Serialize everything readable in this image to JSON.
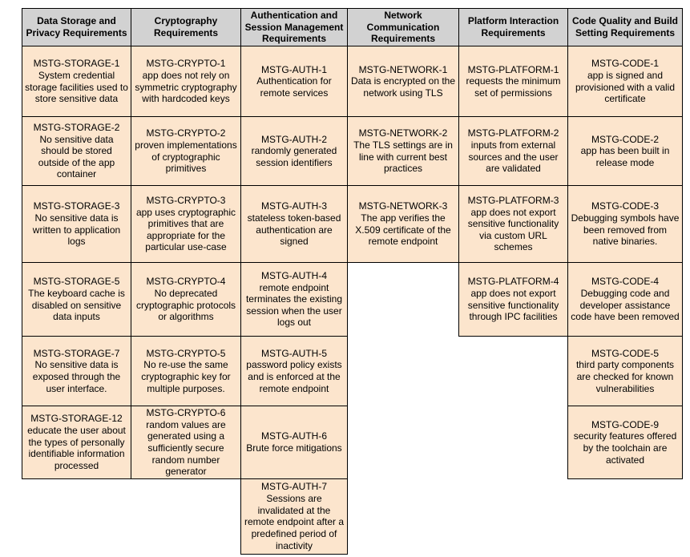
{
  "colors": {
    "header_bg": "#d2d2d2",
    "cell_bg": "#fce5cd",
    "border": "#000000",
    "text": "#000000",
    "page_bg": "#ffffff"
  },
  "table": {
    "headers": [
      "Data Storage and Privacy Requirements",
      "Cryptography Requirements",
      "Authentication and Session Management Requirements",
      "Network Communication Requirements",
      "Platform Interaction Requirements",
      "Code Quality and Build Setting Requirements"
    ],
    "rows": [
      [
        {
          "code": "MSTG-STORAGE-1",
          "desc": "System credential storage facilities used to store sensitive data"
        },
        {
          "code": "MSTG-CRYPTO-1",
          "desc": "app does not rely on symmetric cryptography with hardcoded keys"
        },
        {
          "code": "MSTG-AUTH-1",
          "desc": "Authentication for remote services"
        },
        {
          "code": "MSTG-NETWORK-1",
          "desc": "Data is encrypted on the network using TLS"
        },
        {
          "code": "MSTG-PLATFORM-1",
          "desc": "requests the minimum set of permissions"
        },
        {
          "code": "MSTG-CODE-1",
          "desc": "app is signed and provisioned with a valid certificate"
        }
      ],
      [
        {
          "code": "MSTG-STORAGE-2",
          "desc": "No sensitive data should be stored outside of the app container"
        },
        {
          "code": "MSTG-CRYPTO-2",
          "desc": "proven implementations of cryptographic primitives"
        },
        {
          "code": "MSTG-AUTH-2",
          "desc": "randomly generated session identifiers"
        },
        {
          "code": "MSTG-NETWORK-2",
          "desc": "The TLS settings are in line with current best practices"
        },
        {
          "code": "MSTG-PLATFORM-2",
          "desc": "inputs from external sources and the user are validated"
        },
        {
          "code": "MSTG-CODE-2",
          "desc": "app has been built in release mode"
        }
      ],
      [
        {
          "code": "MSTG-STORAGE-3",
          "desc": "No sensitive data is written to application logs"
        },
        {
          "code": "MSTG-CRYPTO-3",
          "desc": "app uses cryptographic primitives that are appropriate for the particular use-case"
        },
        {
          "code": "MSTG-AUTH-3",
          "desc": "stateless token-based authentication are signed"
        },
        {
          "code": "MSTG-NETWORK-3",
          "desc": "The app verifies the X.509 certificate of the remote endpoint"
        },
        {
          "code": "MSTG-PLATFORM-3",
          "desc": "app does not export sensitive functionality via custom URL schemes"
        },
        {
          "code": "MSTG-CODE-3",
          "desc": "Debugging symbols have been removed from native binaries."
        }
      ],
      [
        {
          "code": "MSTG-STORAGE-5",
          "desc": "The keyboard cache is disabled on sensitive data inputs"
        },
        {
          "code": "MSTG-CRYPTO-4",
          "desc": "No deprecated cryptographic protocols or algorithms"
        },
        {
          "code": "MSTG-AUTH-4",
          "desc": "remote endpoint terminates the existing session when the user logs out"
        },
        null,
        {
          "code": "MSTG-PLATFORM-4",
          "desc": "app does not export sensitive functionality through IPC facilities"
        },
        {
          "code": "MSTG-CODE-4",
          "desc": "Debugging code and developer assistance code have been removed"
        }
      ],
      [
        {
          "code": "MSTG-STORAGE-7",
          "desc": "No sensitive data is exposed through the user interface."
        },
        {
          "code": "MSTG-CRYPTO-5",
          "desc": "No re-use the same cryptographic key for multiple purposes."
        },
        {
          "code": "MSTG-AUTH-5",
          "desc": "password policy exists and is enforced at the remote endpoint"
        },
        null,
        null,
        {
          "code": "MSTG-CODE-5",
          "desc": "third party components are checked for known vulnerabilities"
        }
      ],
      [
        {
          "code": "MSTG-STORAGE-12",
          "desc": "educate the user about the types of personally identifiable information processed"
        },
        {
          "code": "MSTG-CRYPTO-6",
          "desc": "random values are generated using a sufficiently secure random number generator"
        },
        {
          "code": "MSTG-AUTH-6",
          "desc": "Brute force mitigations"
        },
        null,
        null,
        {
          "code": "MSTG-CODE-9",
          "desc": "security features offered by the toolchain are activated"
        }
      ],
      [
        null,
        null,
        {
          "code": "MSTG-AUTH-7",
          "desc": "Sessions are invalidated at the remote endpoint after a predefined period of inactivity"
        },
        null,
        null,
        null
      ]
    ]
  }
}
